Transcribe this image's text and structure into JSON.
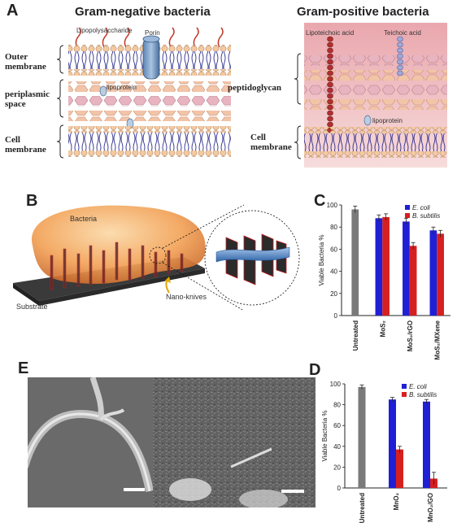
{
  "panel_a": {
    "label": "A",
    "gram_negative": {
      "title": "Gram-negative bacteria",
      "lipopolysaccharide": "Lipopolysaccharide",
      "porin": "Porin",
      "lipoprotein": "lipoprotein",
      "outer_membrane": "Outer membrane",
      "periplasmic_space": "periplasmic space",
      "cell_membrane": "Cell membrane"
    },
    "gram_positive": {
      "title": "Gram-positive bacteria",
      "lipoteichoic_acid": "Lipoteichoic acid",
      "teichoic_acid": "Teichoic acid",
      "peptidoglycan": "peptidoglycan",
      "lipoprotein": "lipoprotein",
      "cell_membrane": "Cell membrane"
    }
  },
  "panel_b": {
    "label": "B",
    "bacteria": "Bacteria",
    "substrate": "Substrate",
    "nano_knives": "Nano-knives"
  },
  "panel_e": {
    "label": "E"
  },
  "colors": {
    "ecoli": "#1f1fd6",
    "bsubtilis": "#d61f1f",
    "untreated": "#7a7a7a"
  },
  "chart_data": [
    {
      "panel": "C",
      "type": "bar",
      "ylabel": "Viable Bacteria %",
      "ylim": [
        0,
        100
      ],
      "yticks": [
        0,
        20,
        40,
        60,
        80,
        100
      ],
      "categories": [
        "Untreated",
        "MoS₂",
        "MoS₂/rGO",
        "MoS₂/MXene"
      ],
      "series": [
        {
          "name": "",
          "values": [
            96,
            null,
            null,
            null
          ],
          "errors": [
            3,
            null,
            null,
            null
          ]
        },
        {
          "name": "E. coli",
          "values": [
            null,
            88,
            85,
            77
          ],
          "errors": [
            null,
            3,
            3,
            3
          ]
        },
        {
          "name": "B. subtilis",
          "values": [
            null,
            89,
            63,
            74
          ],
          "errors": [
            null,
            3,
            3,
            3
          ]
        }
      ],
      "legend": "top-right"
    },
    {
      "panel": "D",
      "type": "bar",
      "ylabel": "Viable Bacteria %",
      "ylim": [
        0,
        100
      ],
      "yticks": [
        0,
        20,
        40,
        60,
        80,
        100
      ],
      "categories": [
        "Untreated",
        "MnO₂",
        "MnO₂/GO"
      ],
      "series": [
        {
          "name": "",
          "values": [
            97,
            null,
            null
          ],
          "errors": [
            2,
            null,
            null
          ]
        },
        {
          "name": "E. coli",
          "values": [
            null,
            85,
            83
          ],
          "errors": [
            null,
            2,
            2
          ]
        },
        {
          "name": "B. subtilis",
          "values": [
            null,
            37,
            9
          ],
          "errors": [
            null,
            3,
            6
          ]
        }
      ],
      "legend": "top-right"
    }
  ]
}
